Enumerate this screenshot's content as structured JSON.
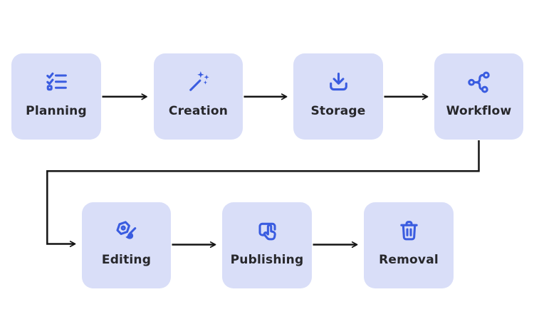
{
  "diagram": {
    "nodes": [
      {
        "label": "Planning",
        "icon": "checklist-icon"
      },
      {
        "label": "Creation",
        "icon": "magic-wand-icon"
      },
      {
        "label": "Storage",
        "icon": "download-tray-icon"
      },
      {
        "label": "Workflow",
        "icon": "branch-nodes-icon"
      },
      {
        "label": "Editing",
        "icon": "pen-brush-icon"
      },
      {
        "label": "Publishing",
        "icon": "tap-hand-icon"
      },
      {
        "label": "Removal",
        "icon": "trash-icon"
      }
    ],
    "edges": [
      [
        "Planning",
        "Creation"
      ],
      [
        "Creation",
        "Storage"
      ],
      [
        "Storage",
        "Workflow"
      ],
      [
        "Workflow",
        "Editing"
      ],
      [
        "Editing",
        "Publishing"
      ],
      [
        "Publishing",
        "Removal"
      ]
    ]
  },
  "colors": {
    "background": "#ffffff",
    "node_fill": "#d9def8",
    "icon_blue": "#3a5ce0",
    "label_text": "#27272b",
    "arrow": "#141414"
  }
}
